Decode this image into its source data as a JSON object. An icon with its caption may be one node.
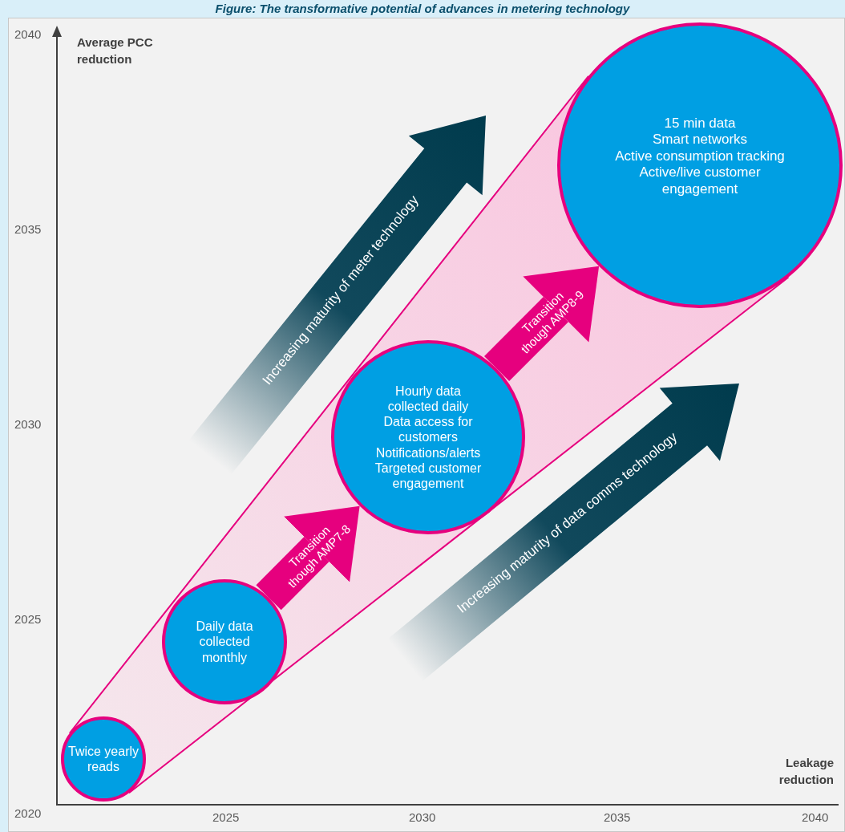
{
  "diagram": {
    "title": "Figure: The transformative potential of advances in metering technology",
    "nodes": [
      {
        "text": [
          "Twice yearly reads"
        ]
      },
      {
        "text": [
          "Daily data collected monthly"
        ]
      },
      {
        "text": [
          "Hourly data collected daily",
          "Data access for customers",
          "Notifications/alerts",
          "Targeted customer engagement"
        ]
      },
      {
        "text": [
          "15 min data",
          "Smart networks",
          "Active consumption tracking",
          "Active/live customer engagement"
        ]
      }
    ],
    "edges": [
      {
        "from": 1,
        "to": 2,
        "arrow": "to",
        "label": "Transition though AMP7-8"
      },
      {
        "from": 2,
        "to": 3,
        "arrow": "to",
        "label": "Transition though AMP8-9"
      }
    ],
    "labels": [
      "2040",
      "Average PCC reduction",
      "2035",
      "Increasing maturity of meter technology",
      "2030",
      "2025",
      "Increasing maturity of data comms technology",
      "Leakage reduction",
      "2020",
      "2025",
      "2030",
      "2035",
      "2040"
    ]
  }
}
